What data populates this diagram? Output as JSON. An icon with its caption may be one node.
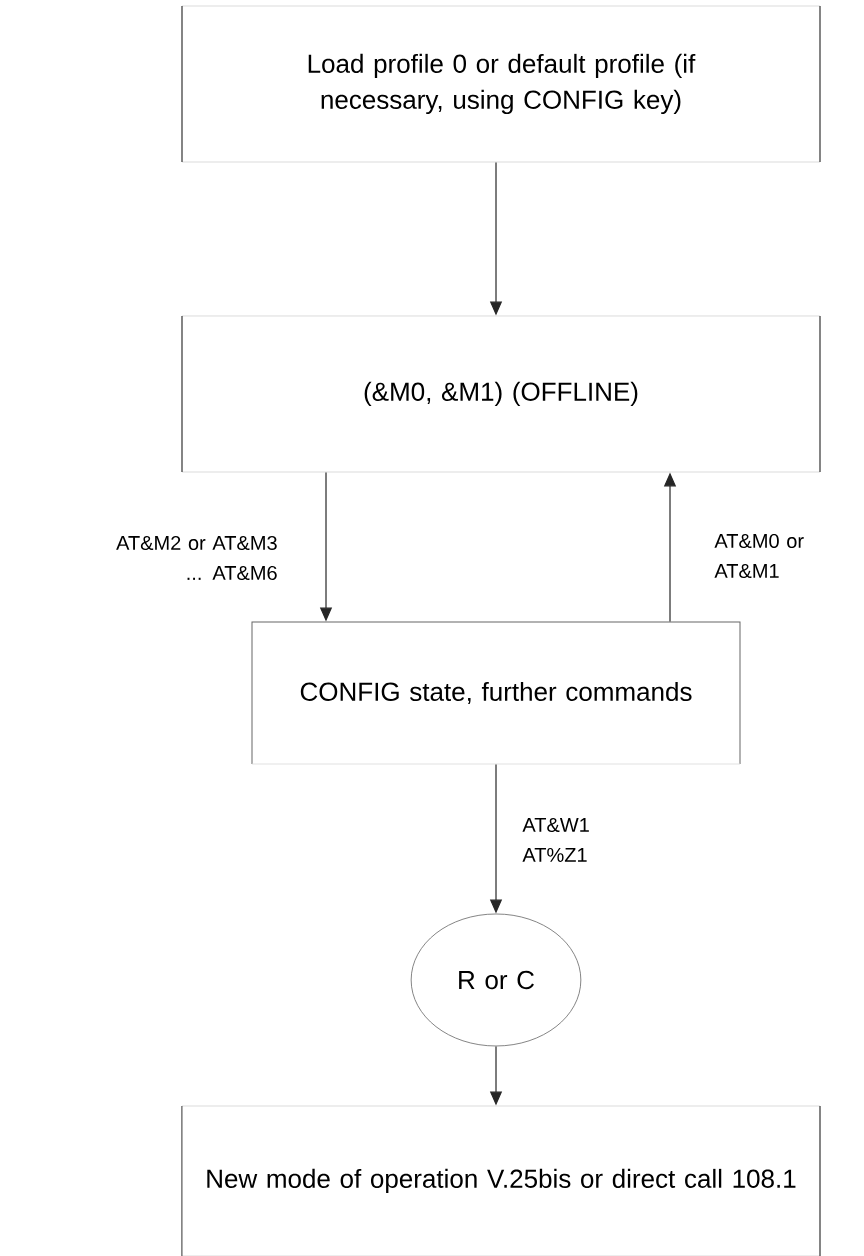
{
  "diagram": {
    "nodes": [
      {
        "text": [
          "Load profile 0 or default profile (if necessary, using CONFIG key)"
        ]
      },
      {
        "text": [
          "(&M0, &M1) (OFFLINE)"
        ]
      },
      {
        "text": [
          "CONFIG state, further commands"
        ]
      },
      {
        "text": [
          "R or C"
        ]
      },
      {
        "text": [
          "New mode of operation V.25bis or direct call 108.1"
        ]
      }
    ],
    "edges": [
      {
        "from": 0,
        "to": 1,
        "arrow": "to"
      },
      {
        "from": 1,
        "to": 2,
        "arrow": "to",
        "label": "AT&M2 or AT&M3 ... AT&M6"
      },
      {
        "from": 2,
        "to": 1,
        "arrow": "to",
        "label": "AT&M0 or AT&M1"
      },
      {
        "from": 2,
        "to": 3,
        "arrow": "to",
        "label": "AT&W1 AT%Z1"
      },
      {
        "from": 3,
        "to": 4,
        "arrow": "to"
      }
    ]
  }
}
